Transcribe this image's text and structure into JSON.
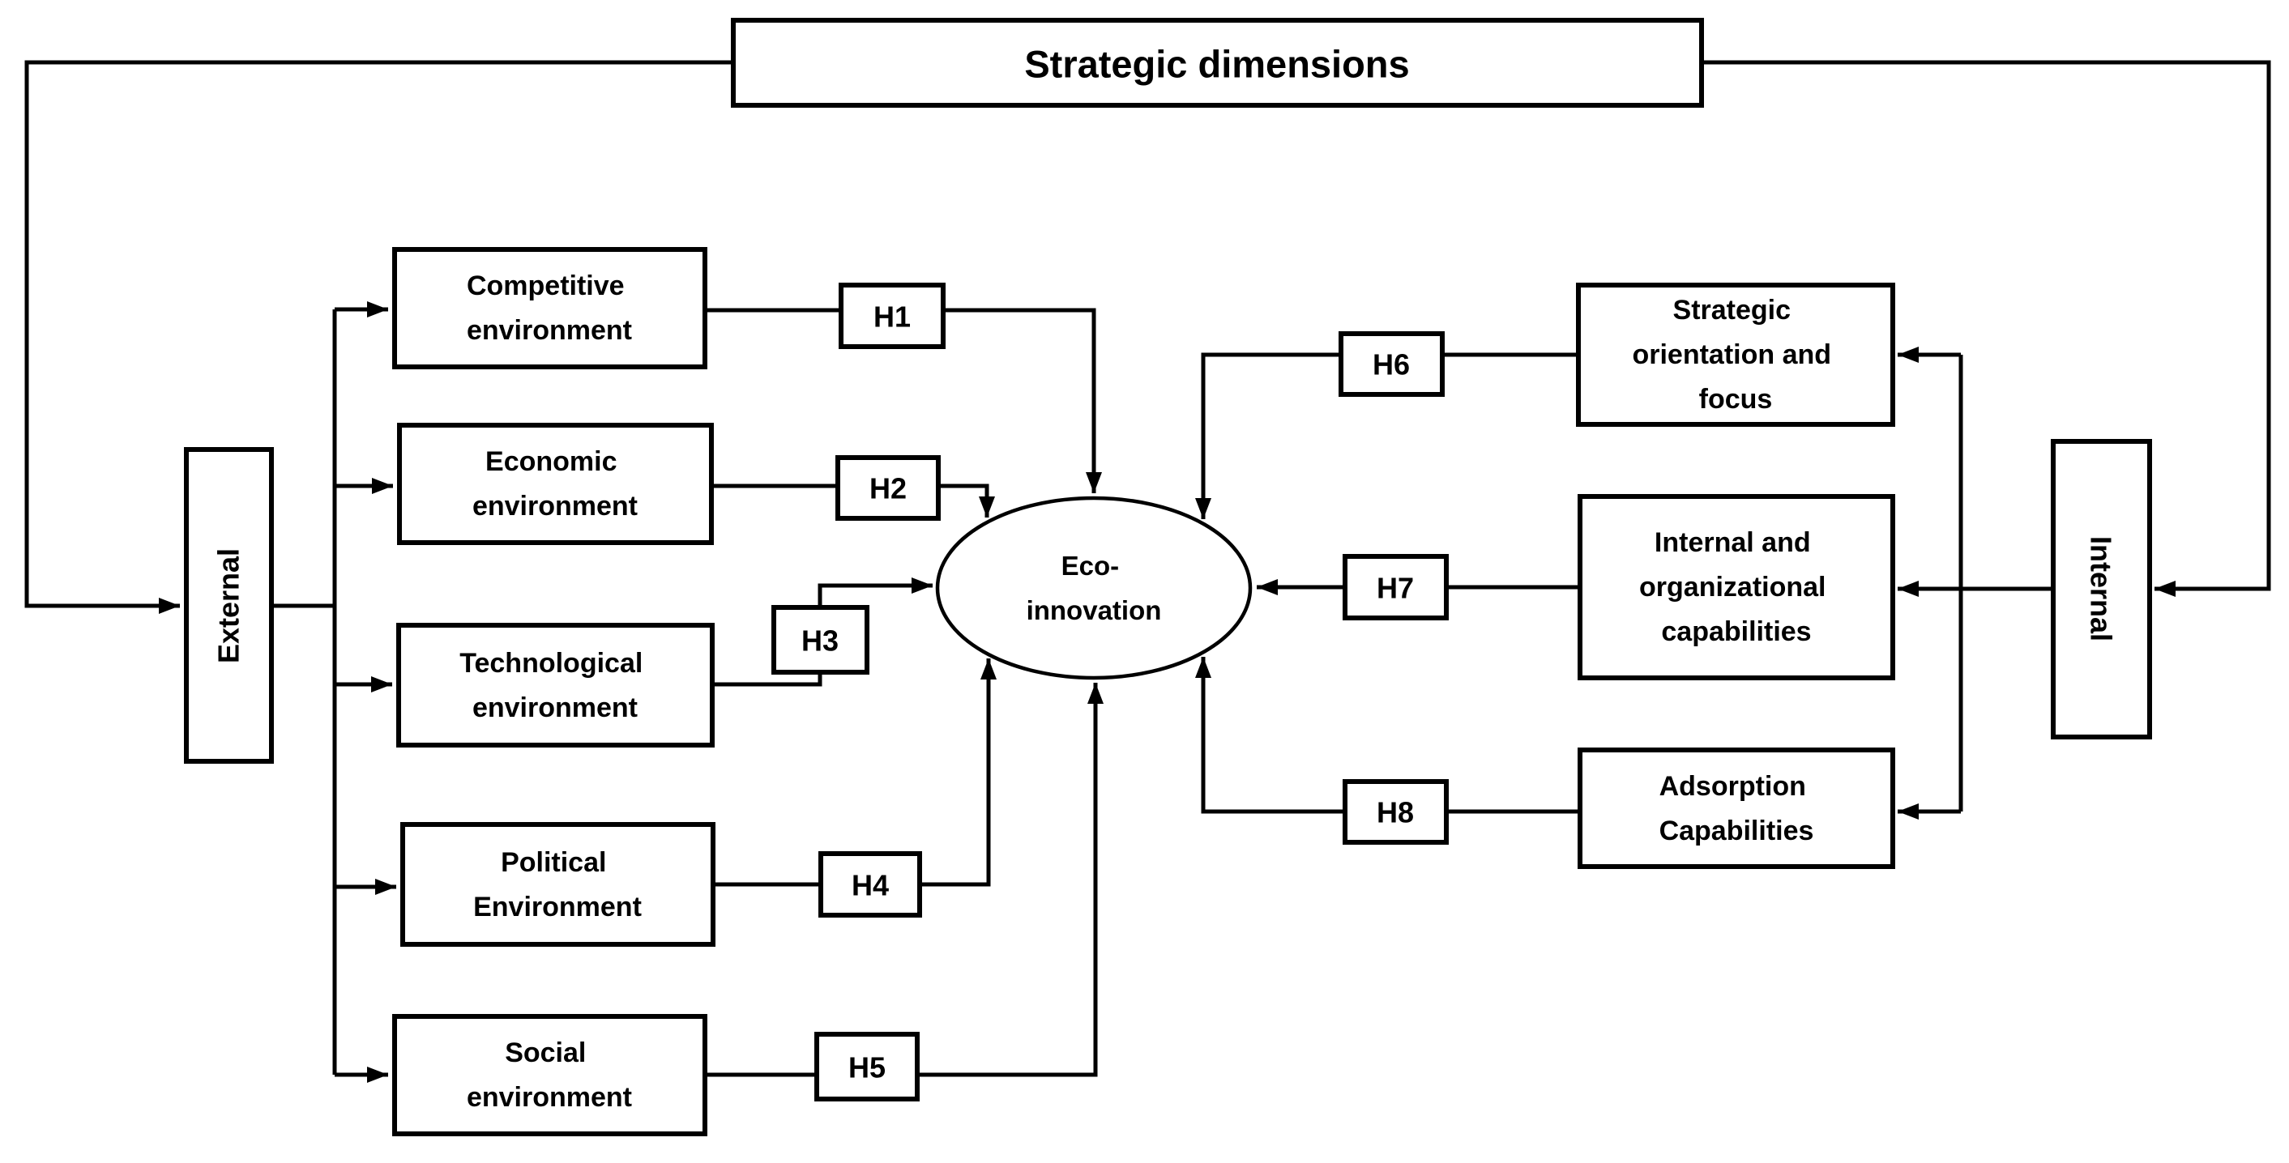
{
  "diagram": {
    "title": "Strategic dimensions",
    "center_node": {
      "id": "eco-innovation",
      "label": [
        "Eco-",
        "innovation"
      ]
    },
    "left_group": {
      "label": "External"
    },
    "right_group": {
      "label": "Internal"
    },
    "external_factors": [
      {
        "id": "competitive-environment",
        "label": [
          "Competitive",
          "environment"
        ],
        "hypothesis": "H1"
      },
      {
        "id": "economic-environment",
        "label": [
          "Economic",
          "environment"
        ],
        "hypothesis": "H2"
      },
      {
        "id": "technological-environment",
        "label": [
          "Technological",
          "environment"
        ],
        "hypothesis": "H3"
      },
      {
        "id": "political-environment",
        "label": [
          "Political",
          "Environment"
        ],
        "hypothesis": "H4"
      },
      {
        "id": "social-environment",
        "label": [
          "Social",
          "environment"
        ],
        "hypothesis": "H5"
      }
    ],
    "internal_factors": [
      {
        "id": "strategic-orientation-and-focus",
        "label": [
          "Strategic",
          "orientation and",
          "focus"
        ],
        "hypothesis": "H6"
      },
      {
        "id": "internal-and-organizational-capabilities",
        "label": [
          "Internal and",
          "organizational",
          "capabilities"
        ],
        "hypothesis": "H7"
      },
      {
        "id": "adsorption-capabilities",
        "label": [
          "Adsorption",
          "Capabilities"
        ],
        "hypothesis": "H8"
      }
    ],
    "colors": {
      "stroke": "#000000",
      "fill": "#ffffff",
      "background": "#ffffff"
    }
  }
}
